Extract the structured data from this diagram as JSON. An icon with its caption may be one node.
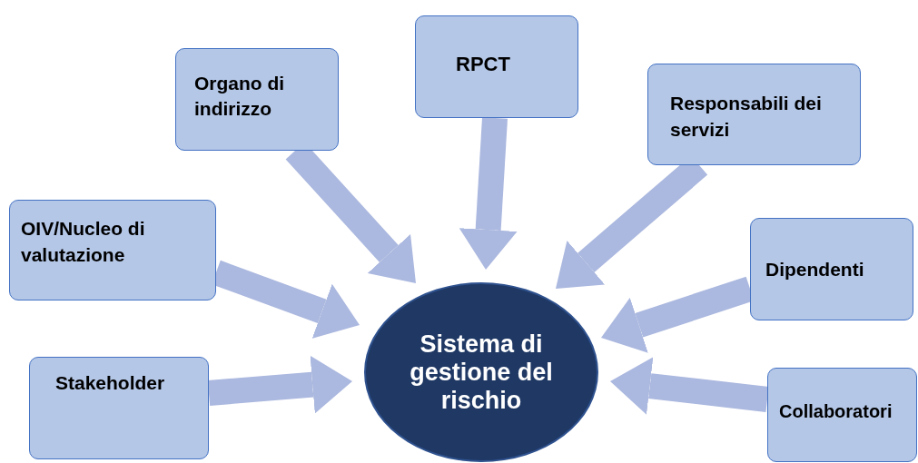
{
  "diagram": {
    "nodes": [
      {
        "text": [
          "RPCT"
        ]
      },
      {
        "text": [
          "Organo di indirizzo"
        ]
      },
      {
        "text": [
          "Responsabili dei servizi"
        ]
      },
      {
        "text": [
          "OIV/Nucleo di valutazione"
        ]
      },
      {
        "text": [
          "Dipendenti"
        ]
      },
      {
        "text": [
          "Sistema di gestione del rischio"
        ]
      },
      {
        "text": [
          "Stakeholder"
        ]
      },
      {
        "text": [
          "Collaboratori"
        ]
      }
    ],
    "edges": [
      {
        "from": 0,
        "to": 5,
        "arrow": "to"
      },
      {
        "from": 1,
        "to": 5,
        "arrow": "to"
      },
      {
        "from": 2,
        "to": 5,
        "arrow": "to"
      },
      {
        "from": 3,
        "to": 5,
        "arrow": "to"
      },
      {
        "from": 4,
        "to": 5,
        "arrow": "to"
      },
      {
        "from": 6,
        "to": 5,
        "arrow": "to"
      },
      {
        "from": 7,
        "to": 5,
        "arrow": "to"
      }
    ]
  }
}
